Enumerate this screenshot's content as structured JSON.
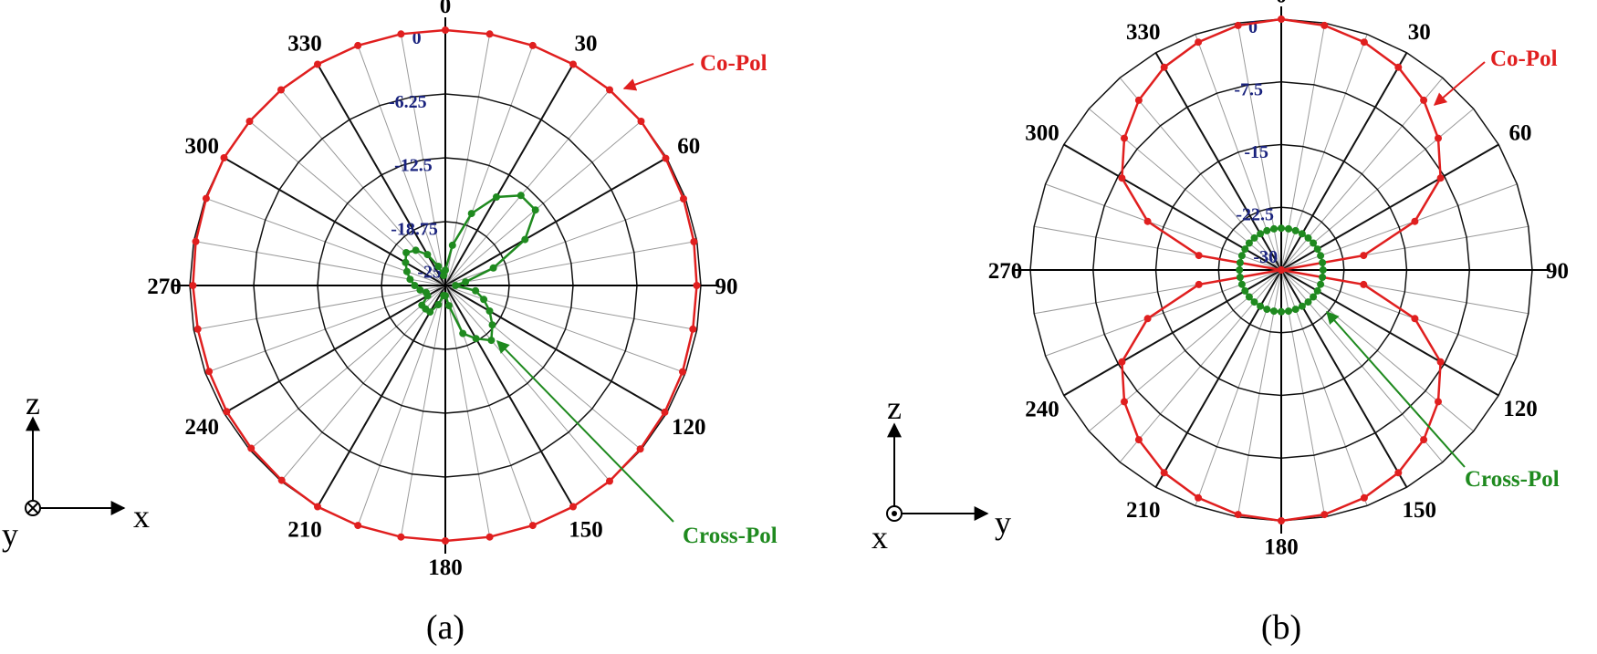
{
  "panels": [
    {
      "caption": "(a)",
      "angle_labels": [
        "0",
        "30",
        "60",
        "90",
        "120",
        "150",
        "180",
        "210",
        "240",
        "270",
        "300",
        "330"
      ],
      "radial_labels": [
        "0",
        "-6.25",
        "-12.5",
        "-18.75",
        "-25"
      ],
      "axes": {
        "vertical": "z",
        "horizontal": "x",
        "out_of_plane": "y",
        "out_of_plane_symbol": "into-page"
      },
      "co_pol_label": "Co-Pol",
      "cross_pol_label": "Cross-Pol"
    },
    {
      "caption": "(b)",
      "angle_labels": [
        "0",
        "30",
        "60",
        "90",
        "120",
        "150",
        "180",
        "210",
        "240",
        "270",
        "300",
        "330"
      ],
      "radial_labels": [
        "0",
        "-7.5",
        "-15",
        "-22.5",
        "-30"
      ],
      "axes": {
        "vertical": "z",
        "horizontal": "y",
        "out_of_plane": "x",
        "out_of_plane_symbol": "out-of-page"
      },
      "co_pol_label": "Co-Pol",
      "cross_pol_label": "Cross-Pol"
    }
  ],
  "colors": {
    "co_pol": "#e01f1f",
    "cross_pol": "#1f8a1f",
    "radial_label": "#1a237e",
    "grid_major": "#111111",
    "grid_minor": "#9a9a9a"
  },
  "chart_data": [
    {
      "type": "polar-line",
      "theta_unit": "deg",
      "theta_step_major": 30,
      "theta_step_minor": 10,
      "r_unit": "dB",
      "r_range": [
        -25,
        0
      ],
      "r_ticks": [
        0,
        -6.25,
        -12.5,
        -18.75,
        -25
      ],
      "series": [
        {
          "name": "Co-Pol",
          "theta": [
            0,
            10,
            20,
            30,
            40,
            50,
            60,
            70,
            80,
            90,
            100,
            110,
            120,
            130,
            140,
            150,
            160,
            170,
            180,
            190,
            200,
            210,
            220,
            230,
            240,
            250,
            260,
            270,
            280,
            290,
            300,
            310,
            320,
            330,
            340,
            350
          ],
          "r": [
            0,
            0,
            0,
            0,
            0,
            0,
            -0.1,
            -0.2,
            -0.3,
            -0.4,
            -0.4,
            -0.3,
            -0.2,
            -0.1,
            0,
            0,
            0,
            0,
            0,
            0,
            0,
            0,
            -0.1,
            -0.2,
            -0.3,
            -0.4,
            -0.4,
            -0.3,
            -0.2,
            -0.1,
            0,
            0,
            0,
            0,
            0,
            0
          ]
        },
        {
          "name": "Cross-Pol",
          "theta": [
            0,
            10,
            20,
            30,
            40,
            50,
            60,
            70,
            80,
            90,
            100,
            110,
            120,
            130,
            140,
            150,
            160,
            170,
            180,
            190,
            200,
            210,
            220,
            230,
            240,
            250,
            260,
            270,
            280,
            290,
            300,
            310,
            320,
            330,
            340,
            350
          ],
          "r": [
            -23.5,
            -21,
            -17.5,
            -15,
            -13.5,
            -13.5,
            -16,
            -20,
            -23,
            -24,
            -22,
            -21,
            -20,
            -19,
            -18,
            -19,
            -20,
            -23,
            -24,
            -24,
            -23,
            -22,
            -22,
            -22,
            -23,
            -23,
            -22.5,
            -22,
            -21.5,
            -21,
            -20.5,
            -20,
            -20.5,
            -21.5,
            -23,
            -24
          ]
        }
      ]
    },
    {
      "type": "polar-line",
      "theta_unit": "deg",
      "theta_step_major": 30,
      "theta_step_minor": 10,
      "r_unit": "dB",
      "r_range": [
        -30,
        0
      ],
      "r_ticks": [
        0,
        -7.5,
        -15,
        -22.5,
        -30
      ],
      "series": [
        {
          "name": "Co-Pol",
          "theta": [
            0,
            10,
            20,
            30,
            40,
            50,
            60,
            70,
            80,
            90,
            100,
            110,
            120,
            130,
            140,
            150,
            160,
            170,
            180,
            190,
            200,
            210,
            220,
            230,
            240,
            250,
            260,
            270,
            280,
            290,
            300,
            310,
            320,
            330,
            340,
            350
          ],
          "r": [
            0,
            -0.3,
            -1,
            -2,
            -3.5,
            -5.5,
            -8,
            -13,
            -20,
            -30,
            -20,
            -13,
            -8,
            -5.5,
            -3.5,
            -2,
            -1,
            -0.3,
            0,
            -0.3,
            -1,
            -2,
            -3.5,
            -5.5,
            -8,
            -13,
            -20,
            -30,
            -20,
            -13,
            -8,
            -5.5,
            -3.5,
            -2,
            -1,
            -0.3
          ]
        },
        {
          "name": "Cross-Pol",
          "theta": [
            0,
            10,
            20,
            30,
            40,
            50,
            60,
            70,
            80,
            90,
            100,
            110,
            120,
            130,
            140,
            150,
            160,
            170,
            180,
            190,
            200,
            210,
            220,
            230,
            240,
            250,
            260,
            270,
            280,
            290,
            300,
            310,
            320,
            330,
            340,
            350
          ],
          "r": [
            -25,
            -25,
            -25,
            -25,
            -25,
            -25,
            -25,
            -25,
            -25,
            -25,
            -25,
            -25,
            -25,
            -25,
            -25,
            -25,
            -25,
            -25,
            -25,
            -25,
            -25,
            -25,
            -25,
            -25,
            -25,
            -25,
            -25,
            -25,
            -25,
            -25,
            -25,
            -25,
            -25,
            -25,
            -25,
            -25
          ]
        }
      ]
    }
  ]
}
